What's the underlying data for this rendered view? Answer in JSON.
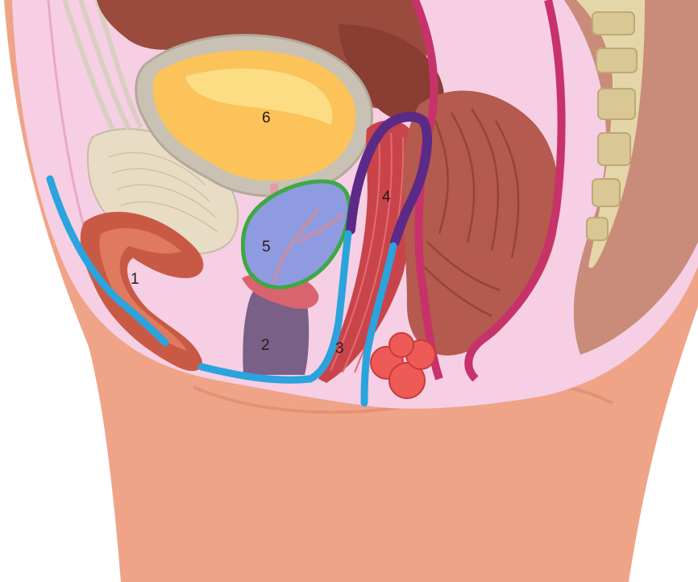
{
  "labels": [
    {
      "id": "1",
      "text": "1"
    },
    {
      "id": "2",
      "text": "2"
    },
    {
      "id": "3",
      "text": "3"
    },
    {
      "id": "4",
      "text": "4"
    },
    {
      "id": "5",
      "text": "5"
    },
    {
      "id": "6",
      "text": "6"
    }
  ],
  "colors": {
    "skin": "#efa487",
    "cavity_pink": "#f6cfe4",
    "bone": "#e8dcc4",
    "bladder_fill": "#fbc35a",
    "bladder_wall": "#c9c1b4",
    "outline_blue": "#2ba3dc",
    "outline_purple": "#5b2a86",
    "outline_green": "#3ea845",
    "mass_blue": "#8f9be0",
    "muscle_red": "#c9444a",
    "rectum_red": "#b45a4e",
    "magenta_wall": "#c8326a",
    "spine_bone": "#e5d6aa",
    "label_text": "#2a1a14"
  }
}
